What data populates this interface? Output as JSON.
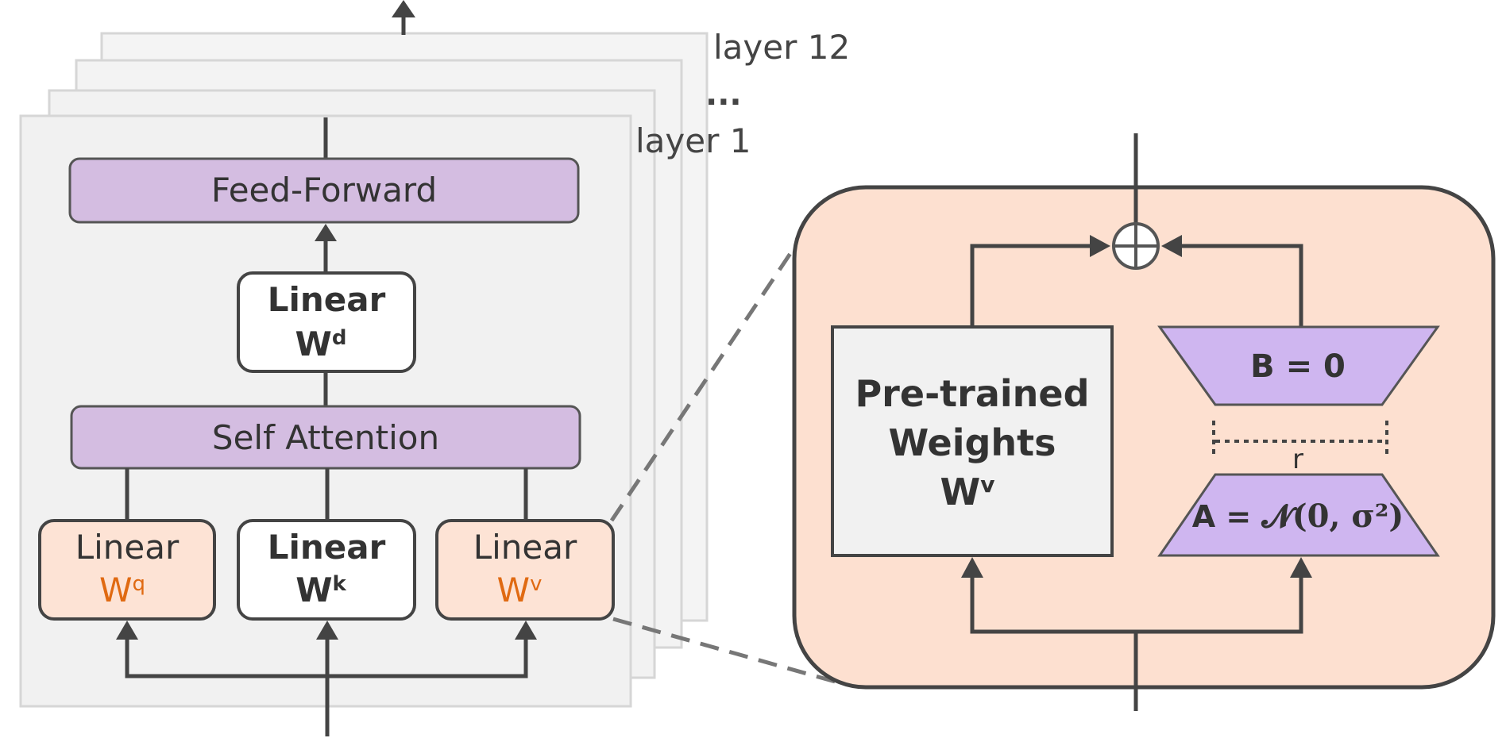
{
  "layer_labels": {
    "top": "layer 12",
    "dots": "...",
    "bottom": "layer 1"
  },
  "blocks": {
    "feed_forward": "Feed-Forward",
    "self_attention": "Self Attention",
    "linear_d": {
      "label": "Linear",
      "weight": "W",
      "sup": "d"
    },
    "linear_q": {
      "label": "Linear",
      "weight": "W",
      "sup": "q"
    },
    "linear_k": {
      "label": "Linear",
      "weight": "W",
      "sup": "k"
    },
    "linear_v": {
      "label": "Linear",
      "weight": "W",
      "sup": "v"
    }
  },
  "zoom": {
    "pretrained": {
      "line1": "Pre-trained",
      "line2": "Weights",
      "weight": "W",
      "sup": "v"
    },
    "b_label": "B = 0",
    "a_prefix": "A = ",
    "a_formula": "𝓝(0, σ²)",
    "rank_label": "r"
  },
  "colors": {
    "purple_block": "#d4bde1",
    "orange_fill": "#fde3d5",
    "orange_text": "#e06a12",
    "trapezoid": "#cfb6f0",
    "panel_fill": "#fde0d0",
    "layer_fill": "#f1f1f1"
  },
  "icons": {
    "sum_node": "circled-plus-icon"
  }
}
